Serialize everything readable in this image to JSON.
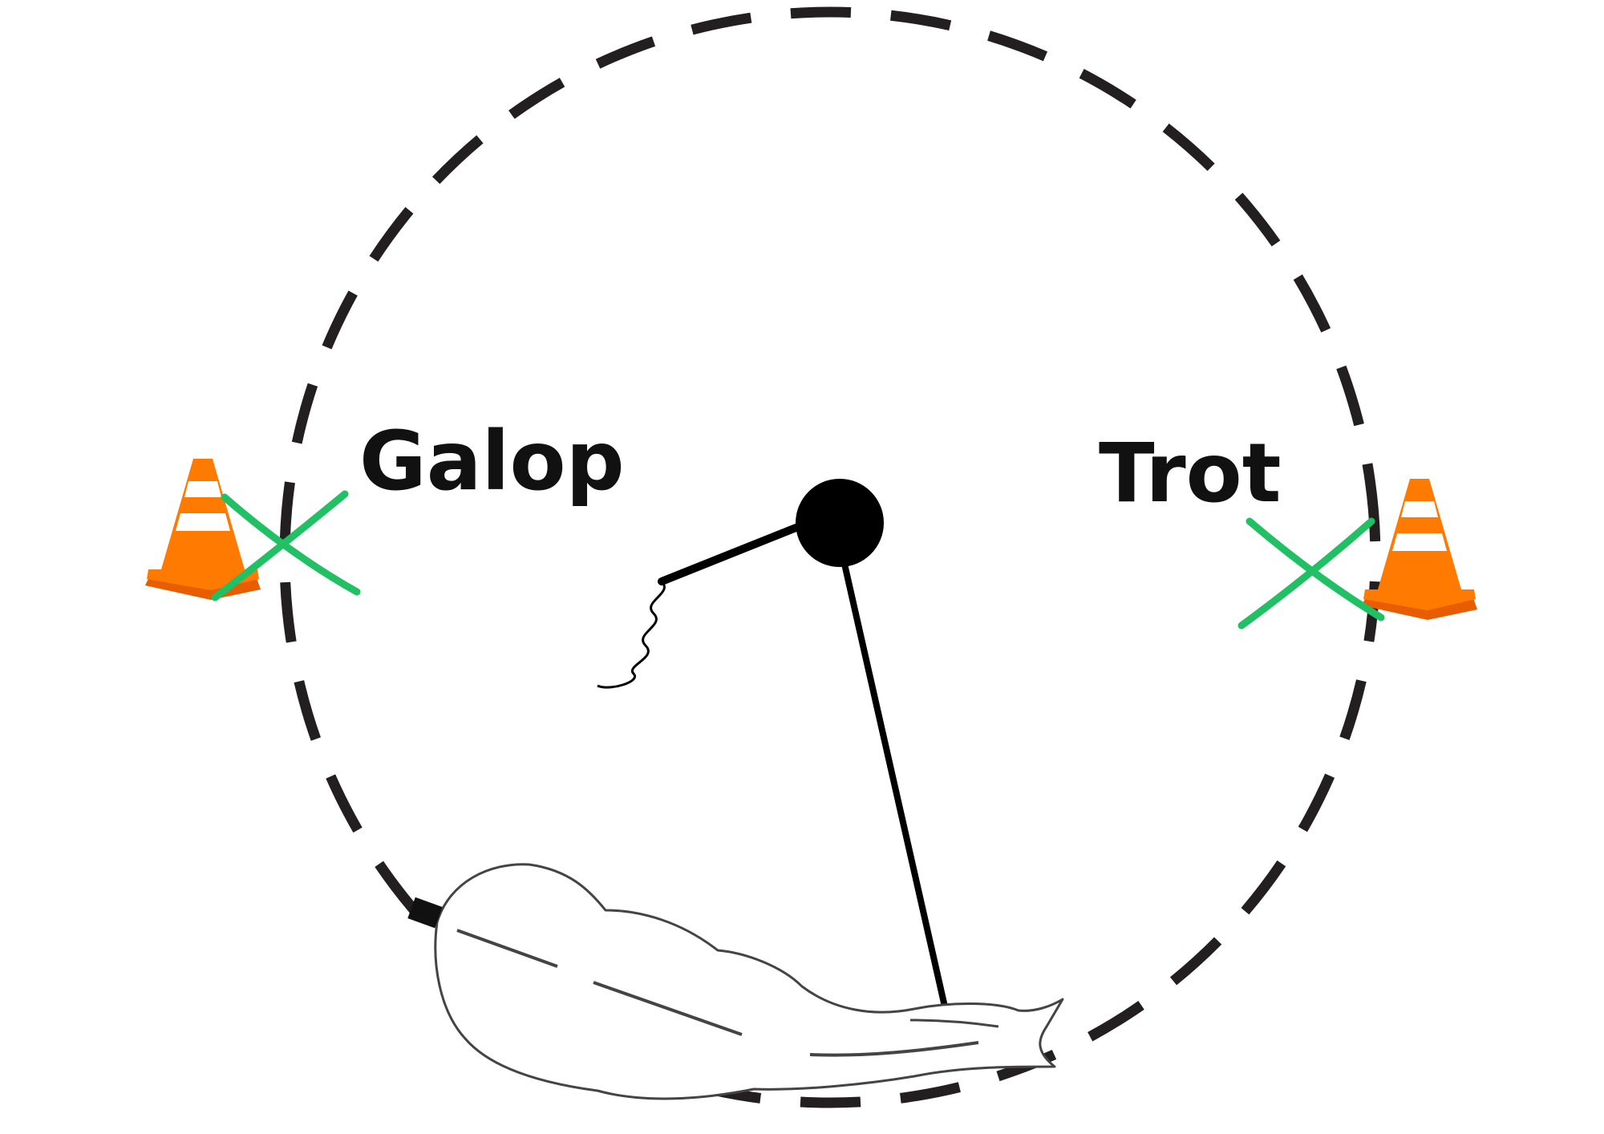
{
  "labels": {
    "left": "Galop",
    "right": "Trot"
  },
  "markers": [
    {
      "name": "left-cone",
      "icon": "traffic-cone-icon"
    },
    {
      "name": "right-cone",
      "icon": "traffic-cone-icon"
    },
    {
      "name": "left-x",
      "icon": "x-mark-icon"
    },
    {
      "name": "right-x",
      "icon": "x-mark-icon"
    }
  ],
  "colors": {
    "circle": "#231f20",
    "cone_orange": "#ff7a00",
    "cone_stripe": "#ffffff",
    "x_mark": "#21c064",
    "ink": "#000000"
  }
}
